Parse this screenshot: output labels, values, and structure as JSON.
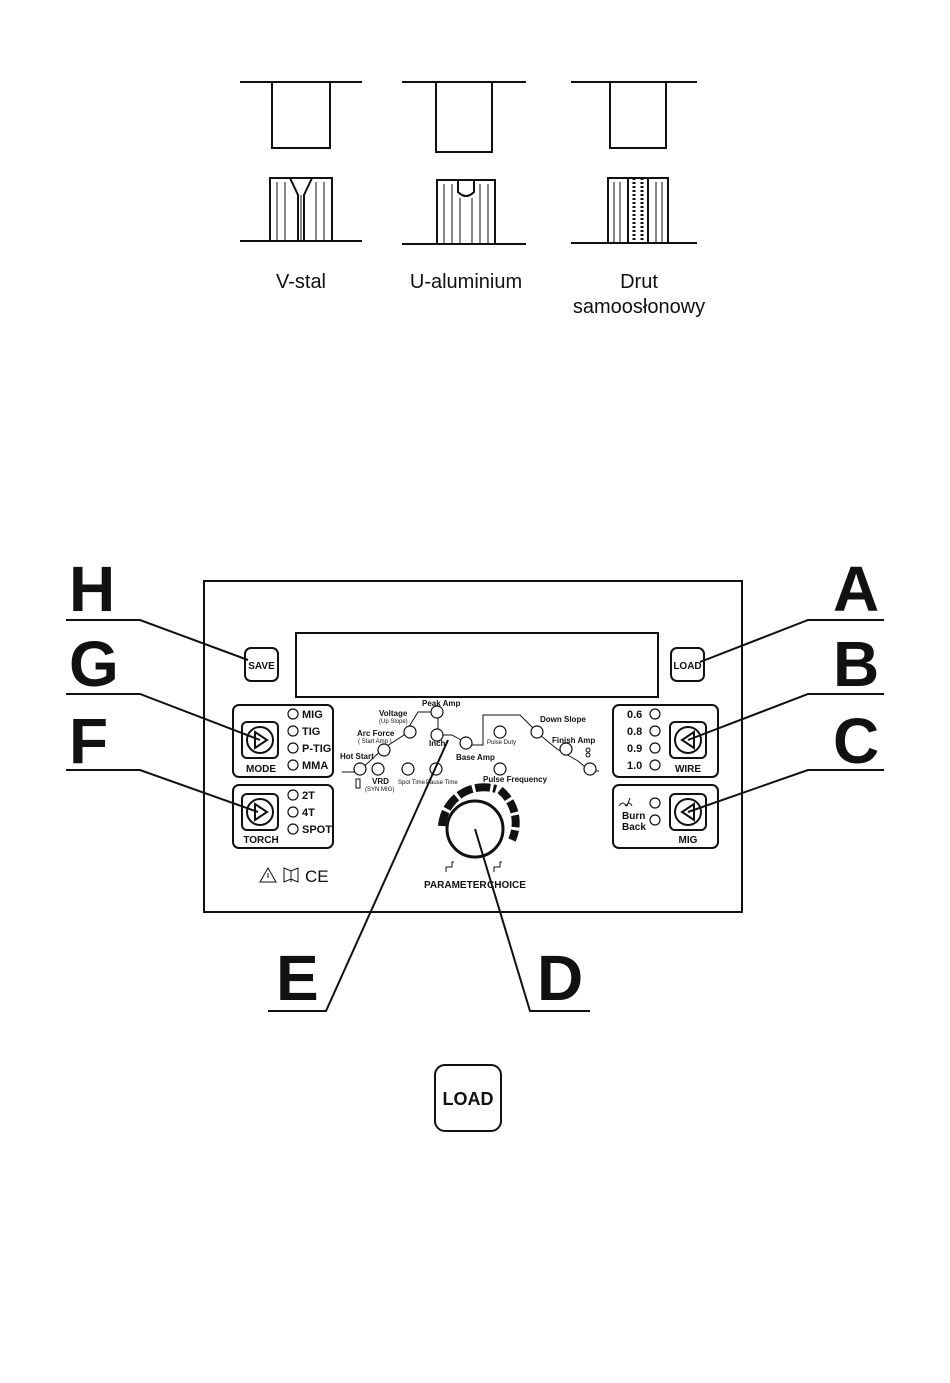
{
  "wire_profiles": {
    "v_steel": "V-stal",
    "u_aluminium": "U-aluminium",
    "flux_core_line1": "Drut",
    "flux_core_line2": "samoosłonowy"
  },
  "callouts": {
    "a": "A",
    "b": "B",
    "c": "C",
    "d": "D",
    "e": "E",
    "f": "F",
    "g": "G",
    "h": "H"
  },
  "panel": {
    "save_label": "SAVE",
    "load_label": "LOAD",
    "mode": {
      "label": "MODE",
      "options": [
        "MIG",
        "TIG",
        "P-TIG",
        "MMA"
      ]
    },
    "torch": {
      "label": "TORCH",
      "options": [
        "2T",
        "4T",
        "SPOT"
      ]
    },
    "wire": {
      "label": "WIRE",
      "options": [
        "0.6",
        "0.8",
        "0.9",
        "1.0"
      ]
    },
    "mig": {
      "label": "MIG",
      "burn_back_line1": "Burn",
      "burn_back_line2": "Back"
    },
    "params": {
      "hot_start": "Hot Start",
      "arc_force": "Arc Force",
      "start_amp": "( Start Amp )",
      "voltage": "Voltage",
      "up_slope": "(Up Slope)",
      "peak_amp": "Peak Amp",
      "inch": "Inch",
      "vrd": "VRD",
      "syn_mig": "(SYN MIG)",
      "spot_time": "Spot Time",
      "pause_time": "Pause Time",
      "base_amp": "Base Amp",
      "pulse_duty": "Pulse Duty",
      "pulse_frequency": "Pulse Frequency",
      "down_slope": "Down Slope",
      "finish_amp": "Finish Amp"
    },
    "knob": {
      "parameter": "PARAMETER",
      "choice": "CHOICE"
    },
    "certs": {
      "ce": "CE"
    }
  },
  "bottom_button": "LOAD"
}
